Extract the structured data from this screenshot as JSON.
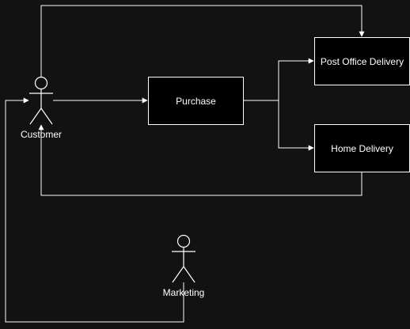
{
  "diagram": {
    "actors": {
      "customer": "Customer",
      "marketing": "Marketing"
    },
    "processes": {
      "purchase": "Purchase",
      "post_office": "Post Office Delivery",
      "home_delivery": "Home Delivery"
    },
    "colors": {
      "background": "#121212",
      "box_fill": "#000000",
      "stroke": "#ffffff",
      "text": "#ffffff"
    }
  }
}
